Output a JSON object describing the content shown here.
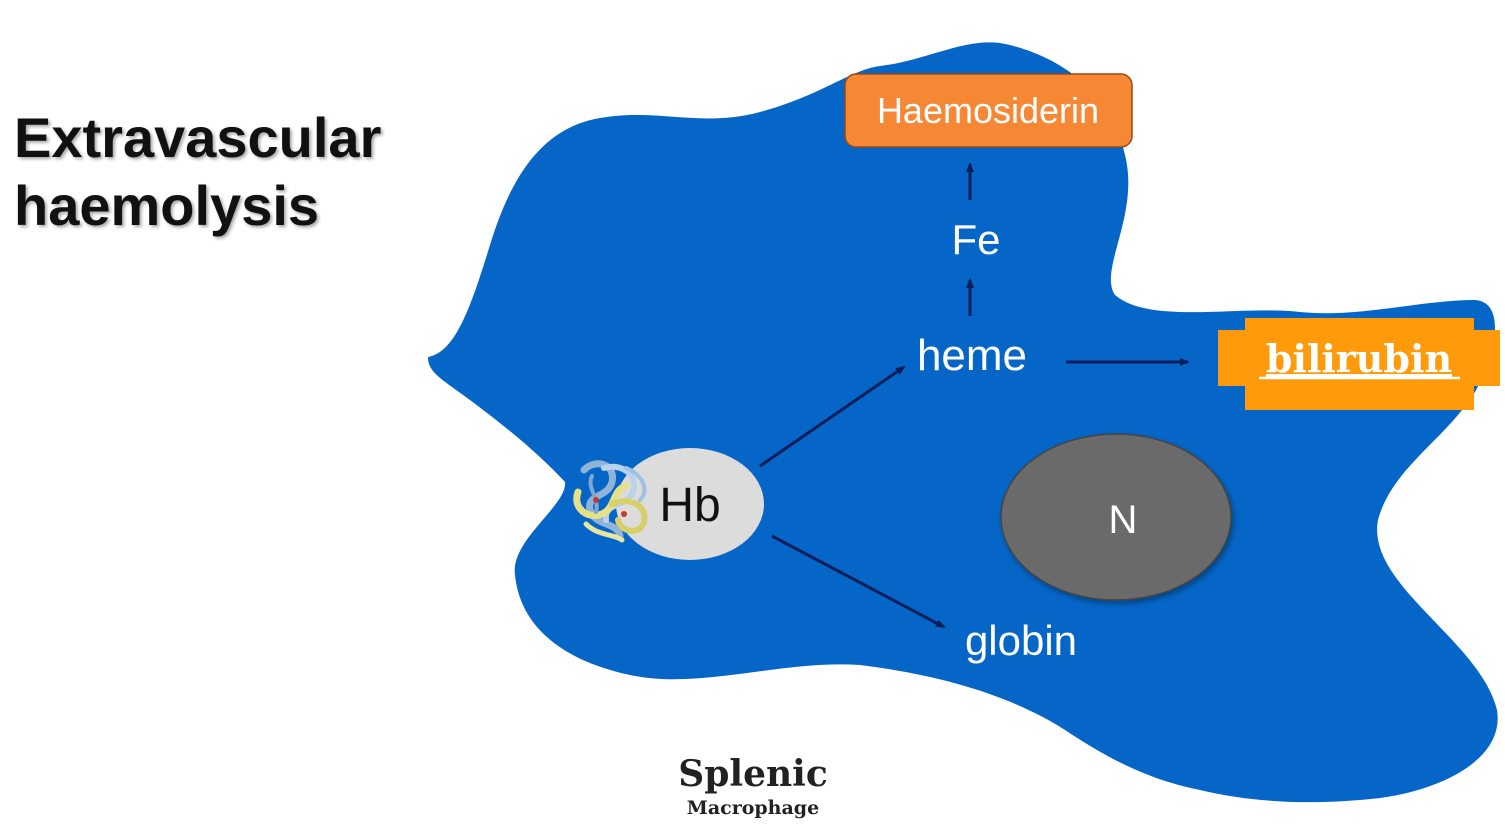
{
  "slide": {
    "title_line1": "Extravascular",
    "title_line2": "haemolysis",
    "caption_main": "Splenic",
    "caption_sub": "Macrophage"
  },
  "diagram": {
    "cell_color": "#0566c7",
    "box_color": "#f58735",
    "nucleus_color": "#6b6b6b",
    "labels": {
      "haemosiderin": "Haemosiderin",
      "fe": "Fe",
      "heme": "heme",
      "bilirubin": "bilirubin",
      "hb": "Hb",
      "nucleus": "N",
      "globin": "globin"
    },
    "icons": [
      "hemoglobin-protein-icon"
    ]
  }
}
